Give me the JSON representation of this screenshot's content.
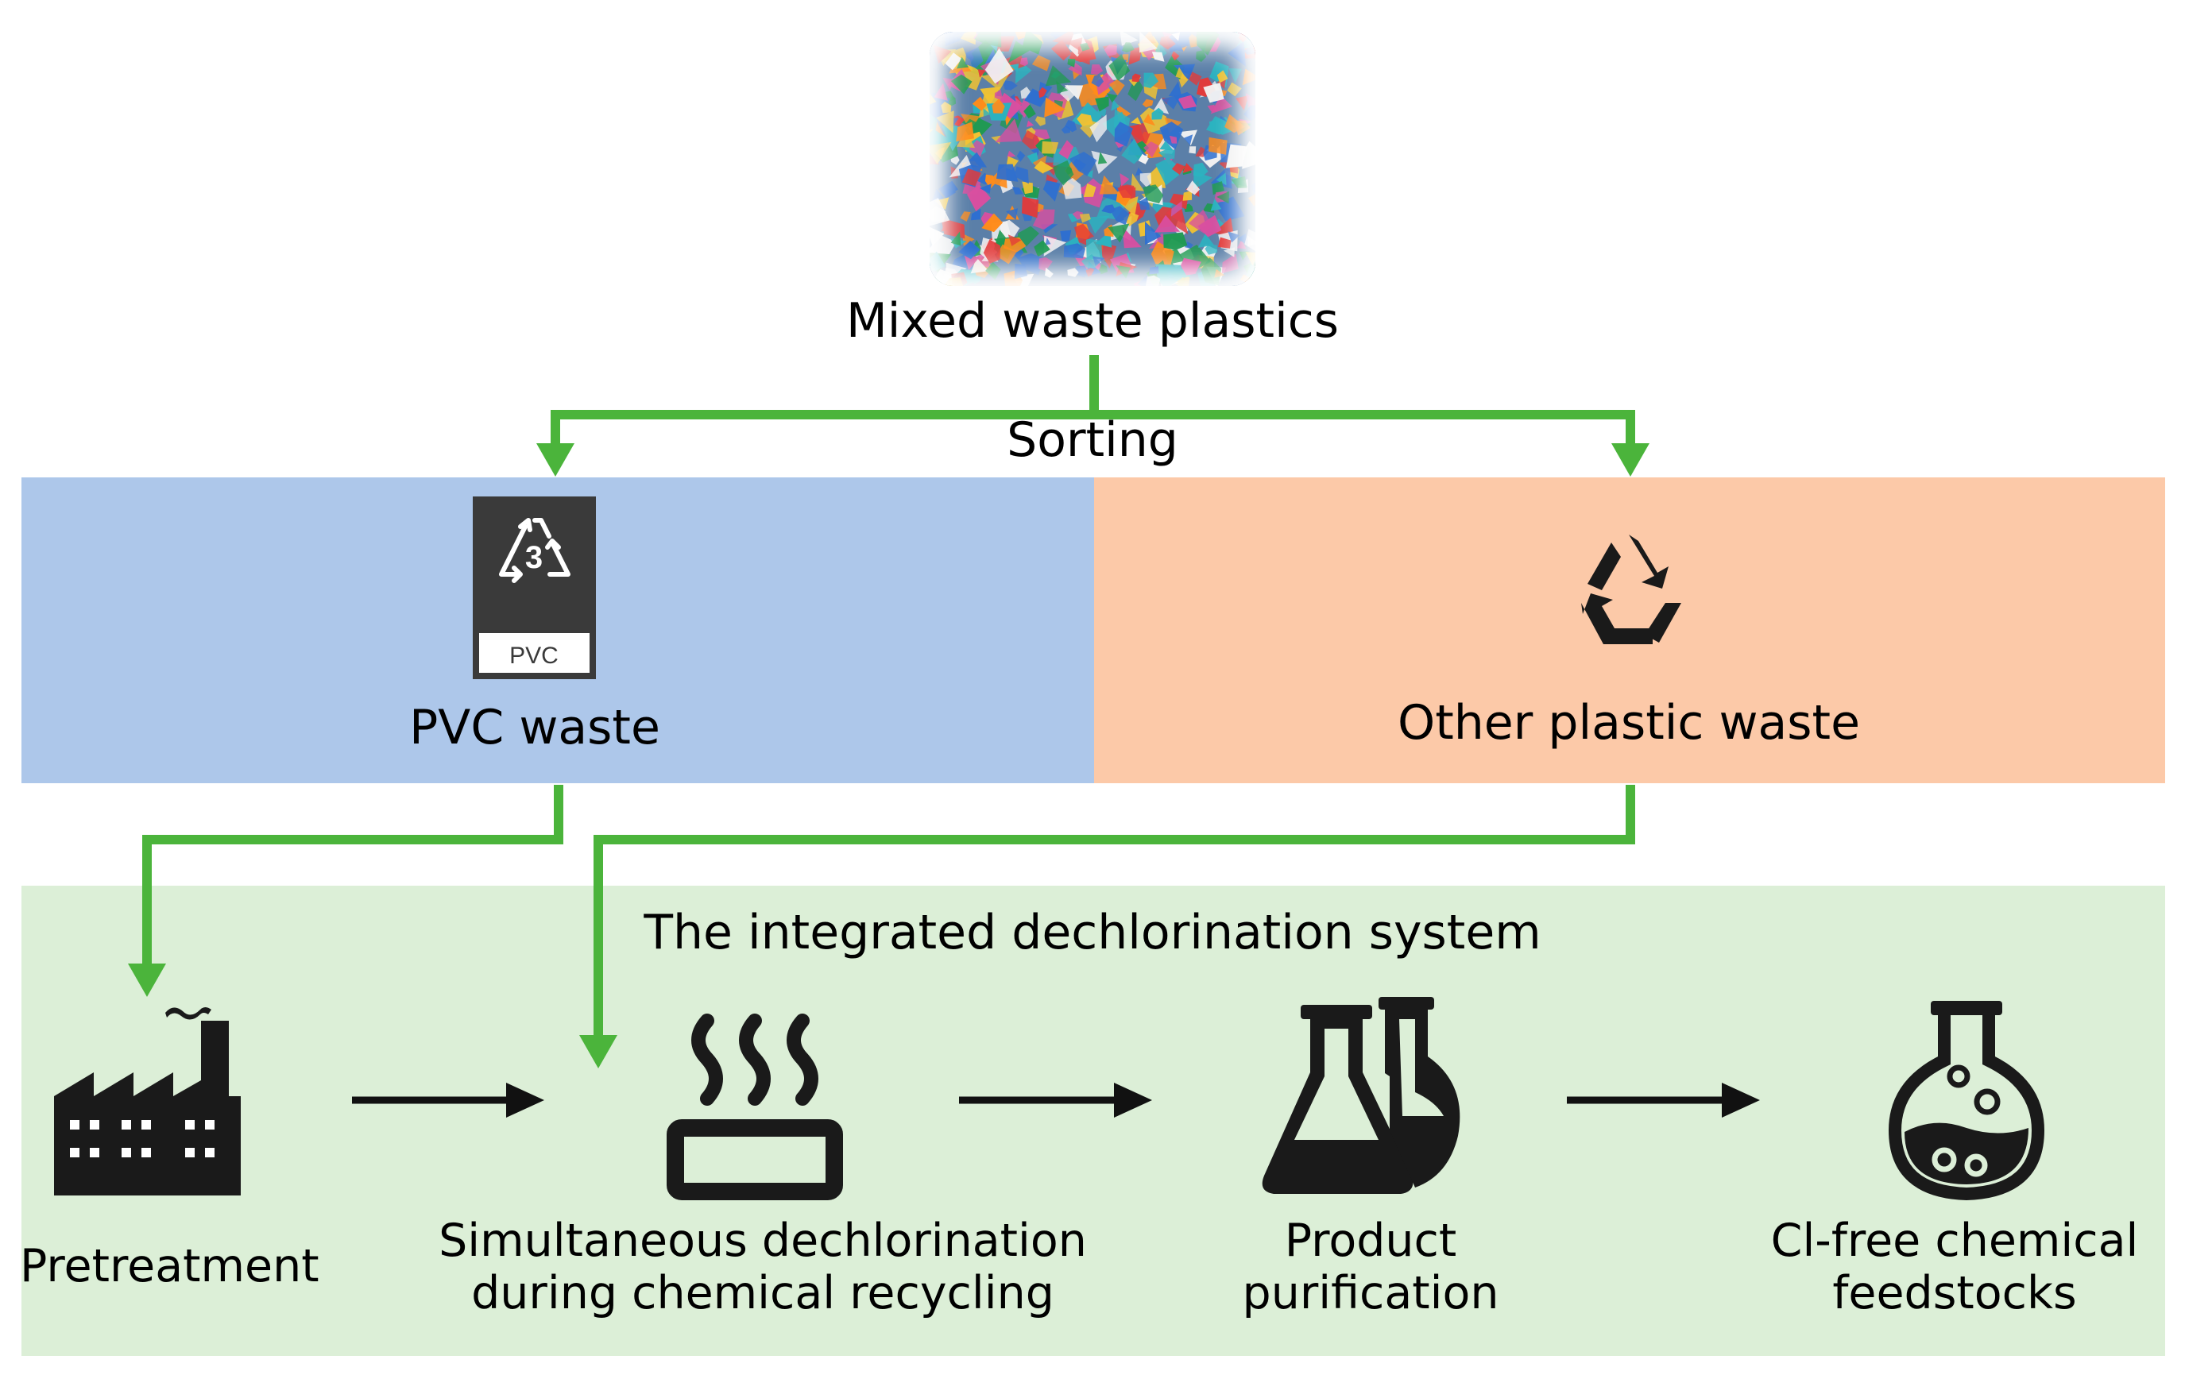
{
  "diagram": {
    "top": {
      "label": "Mixed waste plastics"
    },
    "sorting": {
      "label": "Sorting"
    },
    "left_panel": {
      "label": "PVC waste",
      "badge_number": "3",
      "badge_text": "PVC",
      "color": "#adc7ea"
    },
    "right_panel": {
      "label": "Other plastic waste",
      "color": "#fcc9a8"
    },
    "system": {
      "title": "The integrated dechlorination system",
      "color": "#dcefd7",
      "steps": [
        {
          "label": "Pretreatment",
          "icon": "factory-icon"
        },
        {
          "label_line1": "Simultaneous dechlorination",
          "label_line2": "during chemical recycling",
          "icon": "heat-icon"
        },
        {
          "label_line1": "Product",
          "label_line2": "purification",
          "icon": "flasks-icon"
        },
        {
          "label_line1": "Cl-free chemical",
          "label_line2": "feedstocks",
          "icon": "round-flask-icon"
        }
      ]
    },
    "colors": {
      "connector": "#4bb43b",
      "icon": "#1a1a1a",
      "badge": "#3a3a3a",
      "plastic_palette": [
        "#2e6fd0",
        "#e23a3a",
        "#1f9a52",
        "#f2f2f2",
        "#f1c232",
        "#d94fa0",
        "#2bb3c0",
        "#ff8c1a"
      ]
    }
  }
}
